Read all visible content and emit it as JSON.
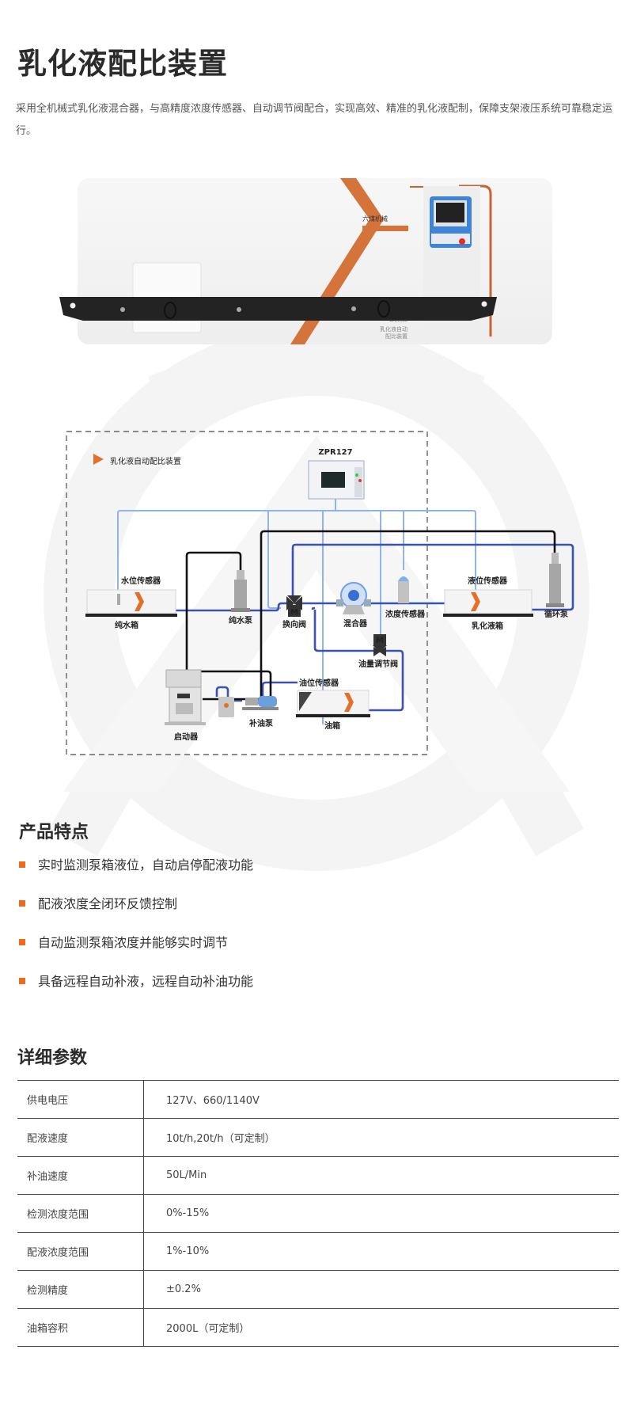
{
  "page": {
    "title": "乳化液配比装置",
    "intro": "采用全机械式乳化液混合器，与高精度浓度传感器、自动调节阀配合，实现高效、精准的乳化液配制，保障支架液压系统可靠稳定运行。"
  },
  "product_photo": {
    "brand_label": "六煤机械",
    "model_label": "RPZ1500",
    "name_line1": "乳化液自动",
    "name_line2": "配比装置",
    "accent_color": "#d4733a",
    "panel_color": "#3e85d8"
  },
  "diagram": {
    "title": "乳化液自动配比装置",
    "controller_label": "ZPR127",
    "labels": {
      "water_level_sensor": "水位传感器",
      "pure_water_tank": "纯水箱",
      "pure_water_pump": "纯水泵",
      "reversing_valve": "换向阀",
      "mixer": "混合器",
      "concentration_sensor": "浓度传感器",
      "liquid_level_sensor": "液位传感器",
      "emulsion_tank": "乳化液箱",
      "circulation_pump": "循环泵",
      "oil_regulating_valve": "油量调节阀",
      "oil_level_sensor": "油位传感器",
      "oil_tank": "油箱",
      "oil_pump": "补油泵",
      "starter": "启动器"
    },
    "valve_letter": "M",
    "colors": {
      "signal_line": "#8fb4ec",
      "fluid_pipe": "#3a52b0",
      "power_line": "#111111",
      "accent": "#e3702a"
    }
  },
  "features": {
    "title": "产品特点",
    "items": [
      "实时监测泵箱液位，自动启停配液功能",
      "配液浓度全闭环反馈控制",
      "自动监测泵箱浓度并能够实时调节",
      "具备远程自动补液，远程自动补油功能"
    ],
    "bullet_color": "#ee6a1e"
  },
  "specs": {
    "title": "详细参数",
    "rows": [
      {
        "name": "供电电压",
        "value": "127V、660/1140V"
      },
      {
        "name": "配液速度",
        "value": "10t/h,20t/h（可定制）"
      },
      {
        "name": "补油速度",
        "value": "50L/Min"
      },
      {
        "name": "检测浓度范围",
        "value": "0%-15%"
      },
      {
        "name": "配液浓度范围",
        "value": "1%-10%"
      },
      {
        "name": "检测精度",
        "value": "±0.2%"
      },
      {
        "name": "油箱容积",
        "value": "2000L（可定制）"
      }
    ]
  }
}
